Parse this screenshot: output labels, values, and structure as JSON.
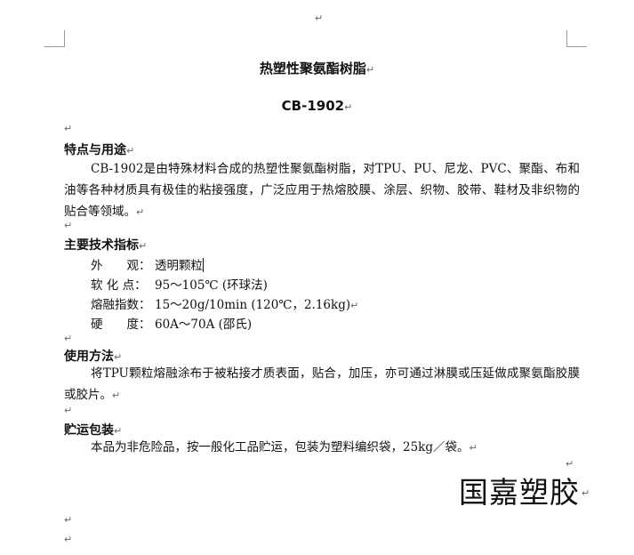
{
  "page": {
    "top_mark": "↵",
    "empty_mark": "↵"
  },
  "document": {
    "title": "热塑性聚氨酯树脂",
    "model": "CB-1902",
    "sections": {
      "features": {
        "heading": "特点与用途",
        "paragraph": "CB-1902是由特殊材料合成的热塑性聚氨酯树脂，对TPU、PU、尼龙、PVC、聚酯、布和油等各种材质具有极佳的粘接强度，广泛应用于热熔胶膜、涂层、织物、胶带、鞋材及非织物的贴合等领域。"
      },
      "specs": {
        "heading": "主要技术指标",
        "items": [
          {
            "label": "外　　观：",
            "value": "透明颗粒"
          },
          {
            "label": "软 化 点：",
            "value": "95～105℃  (环球法)"
          },
          {
            "label": "熔融指数：",
            "value": "15～20g/10min  (120℃，2.16kg)"
          },
          {
            "label": "硬　　度：",
            "value": "60A～70A  (邵氏)"
          }
        ]
      },
      "usage": {
        "heading": "使用方法",
        "paragraph": "将TPU颗粒熔融涂布于被粘接才质表面，贴合，加压，亦可通过淋膜或压延做成聚氨酯胶膜或胶片。"
      },
      "storage": {
        "heading": "贮运包装",
        "paragraph": "本品为非危险品，按一般化工品贮运，包装为塑料编织袋，25kg／袋。"
      }
    },
    "company": "国嘉塑胶"
  }
}
